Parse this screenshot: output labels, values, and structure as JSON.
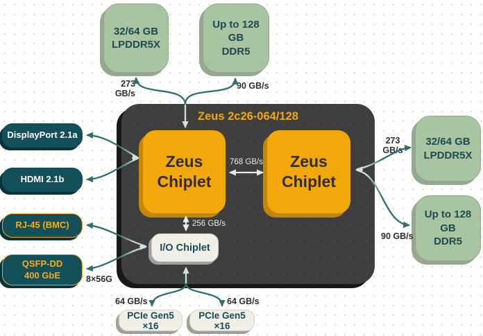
{
  "colors": {
    "accent_orange": "#f2a70b",
    "package_dark": "#3e3e3e",
    "port_teal": "#14505a",
    "memory_green": "#a8c4a1",
    "arrow_teal": "#2e6f72",
    "arrow_light": "#cfe3dd"
  },
  "soc": {
    "title": "Zeus 2c26-064/128",
    "zeus_chiplet_left": "Zeus\nChiplet",
    "zeus_chiplet_right": "Zeus\nChiplet",
    "io_chiplet": "I/O Chiplet",
    "chiplet_link_bandwidth": "768 GB/s",
    "io_link_bandwidth": "256 GB/s"
  },
  "memory": {
    "top_left": {
      "label": "32/64 GB\nLPDDR5X",
      "bandwidth": "273 GB/s"
    },
    "top_right": {
      "label": "Up to 128 GB\nDDR5",
      "bandwidth": "90 GB/s"
    },
    "right_top": {
      "label": "32/64 GB\nLPDDR5X",
      "bandwidth": "273 GB/s"
    },
    "right_bottom": {
      "label": "Up to 128 GB\nDDR5",
      "bandwidth": "90 GB/s"
    }
  },
  "ports": {
    "displayport": {
      "label": "DisplayPort 2.1a"
    },
    "hdmi": {
      "label": "HDMI 2.1b"
    },
    "rj45": {
      "label": "RJ-45 (BMC)"
    },
    "qsfp": {
      "label": "QSFP-DD\n400 GbE",
      "lanes": "8×56G"
    }
  },
  "pcie": {
    "left": {
      "label": "PCIe Gen5 ×16",
      "bandwidth": "64 GB/s"
    },
    "right": {
      "label": "PCIe Gen5 ×16",
      "bandwidth": "64 GB/s"
    }
  }
}
